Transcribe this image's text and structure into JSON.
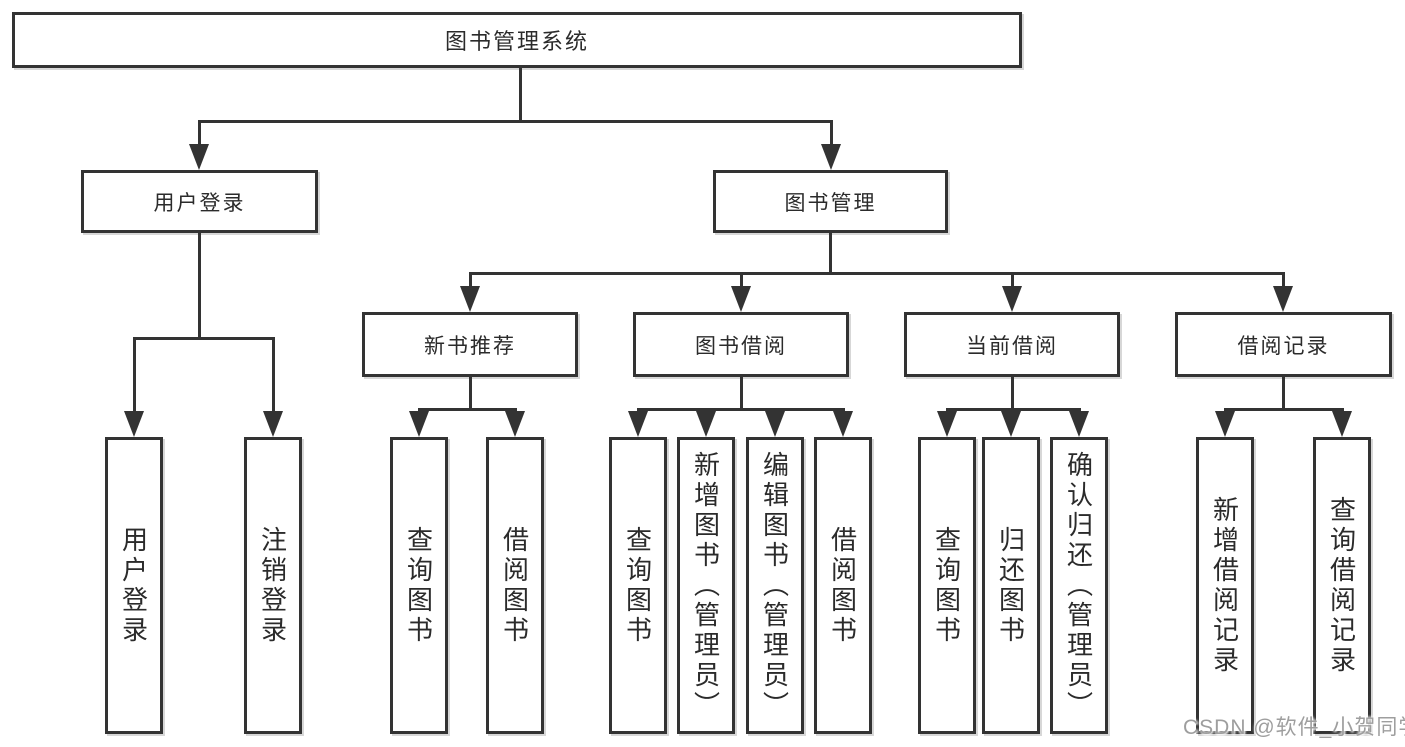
{
  "tree": {
    "root": {
      "label": "图书管理系统"
    },
    "login": {
      "label": "用户登录",
      "children": [
        {
          "label": "用户登录"
        },
        {
          "label": "注销登录"
        }
      ]
    },
    "management": {
      "label": "图书管理",
      "groups": [
        {
          "label": "新书推荐",
          "children": [
            {
              "label": "查询图书"
            },
            {
              "label": "借阅图书"
            }
          ]
        },
        {
          "label": "图书借阅",
          "children": [
            {
              "label": "查询图书"
            },
            {
              "label": "新增图书（管理员）"
            },
            {
              "label": "编辑图书（管理员）"
            },
            {
              "label": "借阅图书"
            }
          ]
        },
        {
          "label": "当前借阅",
          "children": [
            {
              "label": "查询图书"
            },
            {
              "label": "归还图书"
            },
            {
              "label": "确认归还（管理员）"
            }
          ]
        },
        {
          "label": "借阅记录",
          "children": [
            {
              "label": "新增借阅记录"
            },
            {
              "label": "查询借阅记录"
            }
          ]
        }
      ]
    }
  },
  "watermark": {
    "text": "CSDN @软件_小贺同学"
  },
  "colors": {
    "line": "#333333",
    "text": "#2b2b2b",
    "background": "#ffffff",
    "watermark": "#9e9e9e"
  }
}
